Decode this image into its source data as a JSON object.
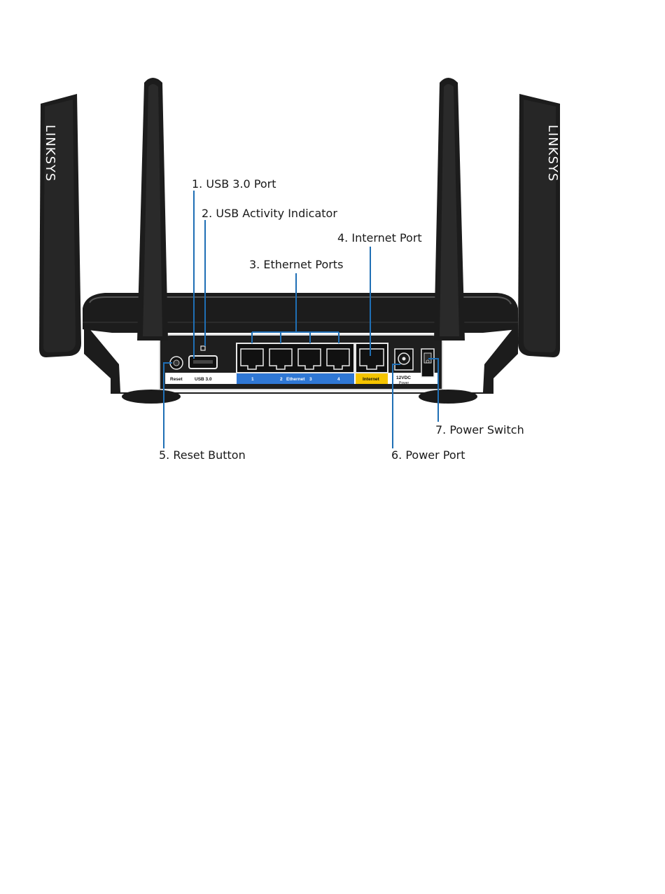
{
  "brand": "LINKSYS",
  "callouts": {
    "usb_port": "1. USB 3.0 Port",
    "usb_indicator": "2. USB Activity Indicator",
    "ethernet_ports": "3. Ethernet Ports",
    "internet_port": "4. Internet Port",
    "reset_button": "5. Reset Button",
    "power_port": "6. Power Port",
    "power_switch": "7. Power Switch"
  },
  "panel_labels": {
    "reset": "Reset",
    "usb": "USB 3.0",
    "eth1": "1",
    "eth2": "2",
    "ethernet": "Ethernet",
    "eth3": "3",
    "eth4": "4",
    "internet": "Internet",
    "power_v": "12VDC",
    "power": "Power"
  },
  "colors": {
    "leader": "#1f6fb5",
    "ethernet_strip": "#2f77d4",
    "internet_strip": "#f5c400",
    "body": "#1c1c1c"
  }
}
